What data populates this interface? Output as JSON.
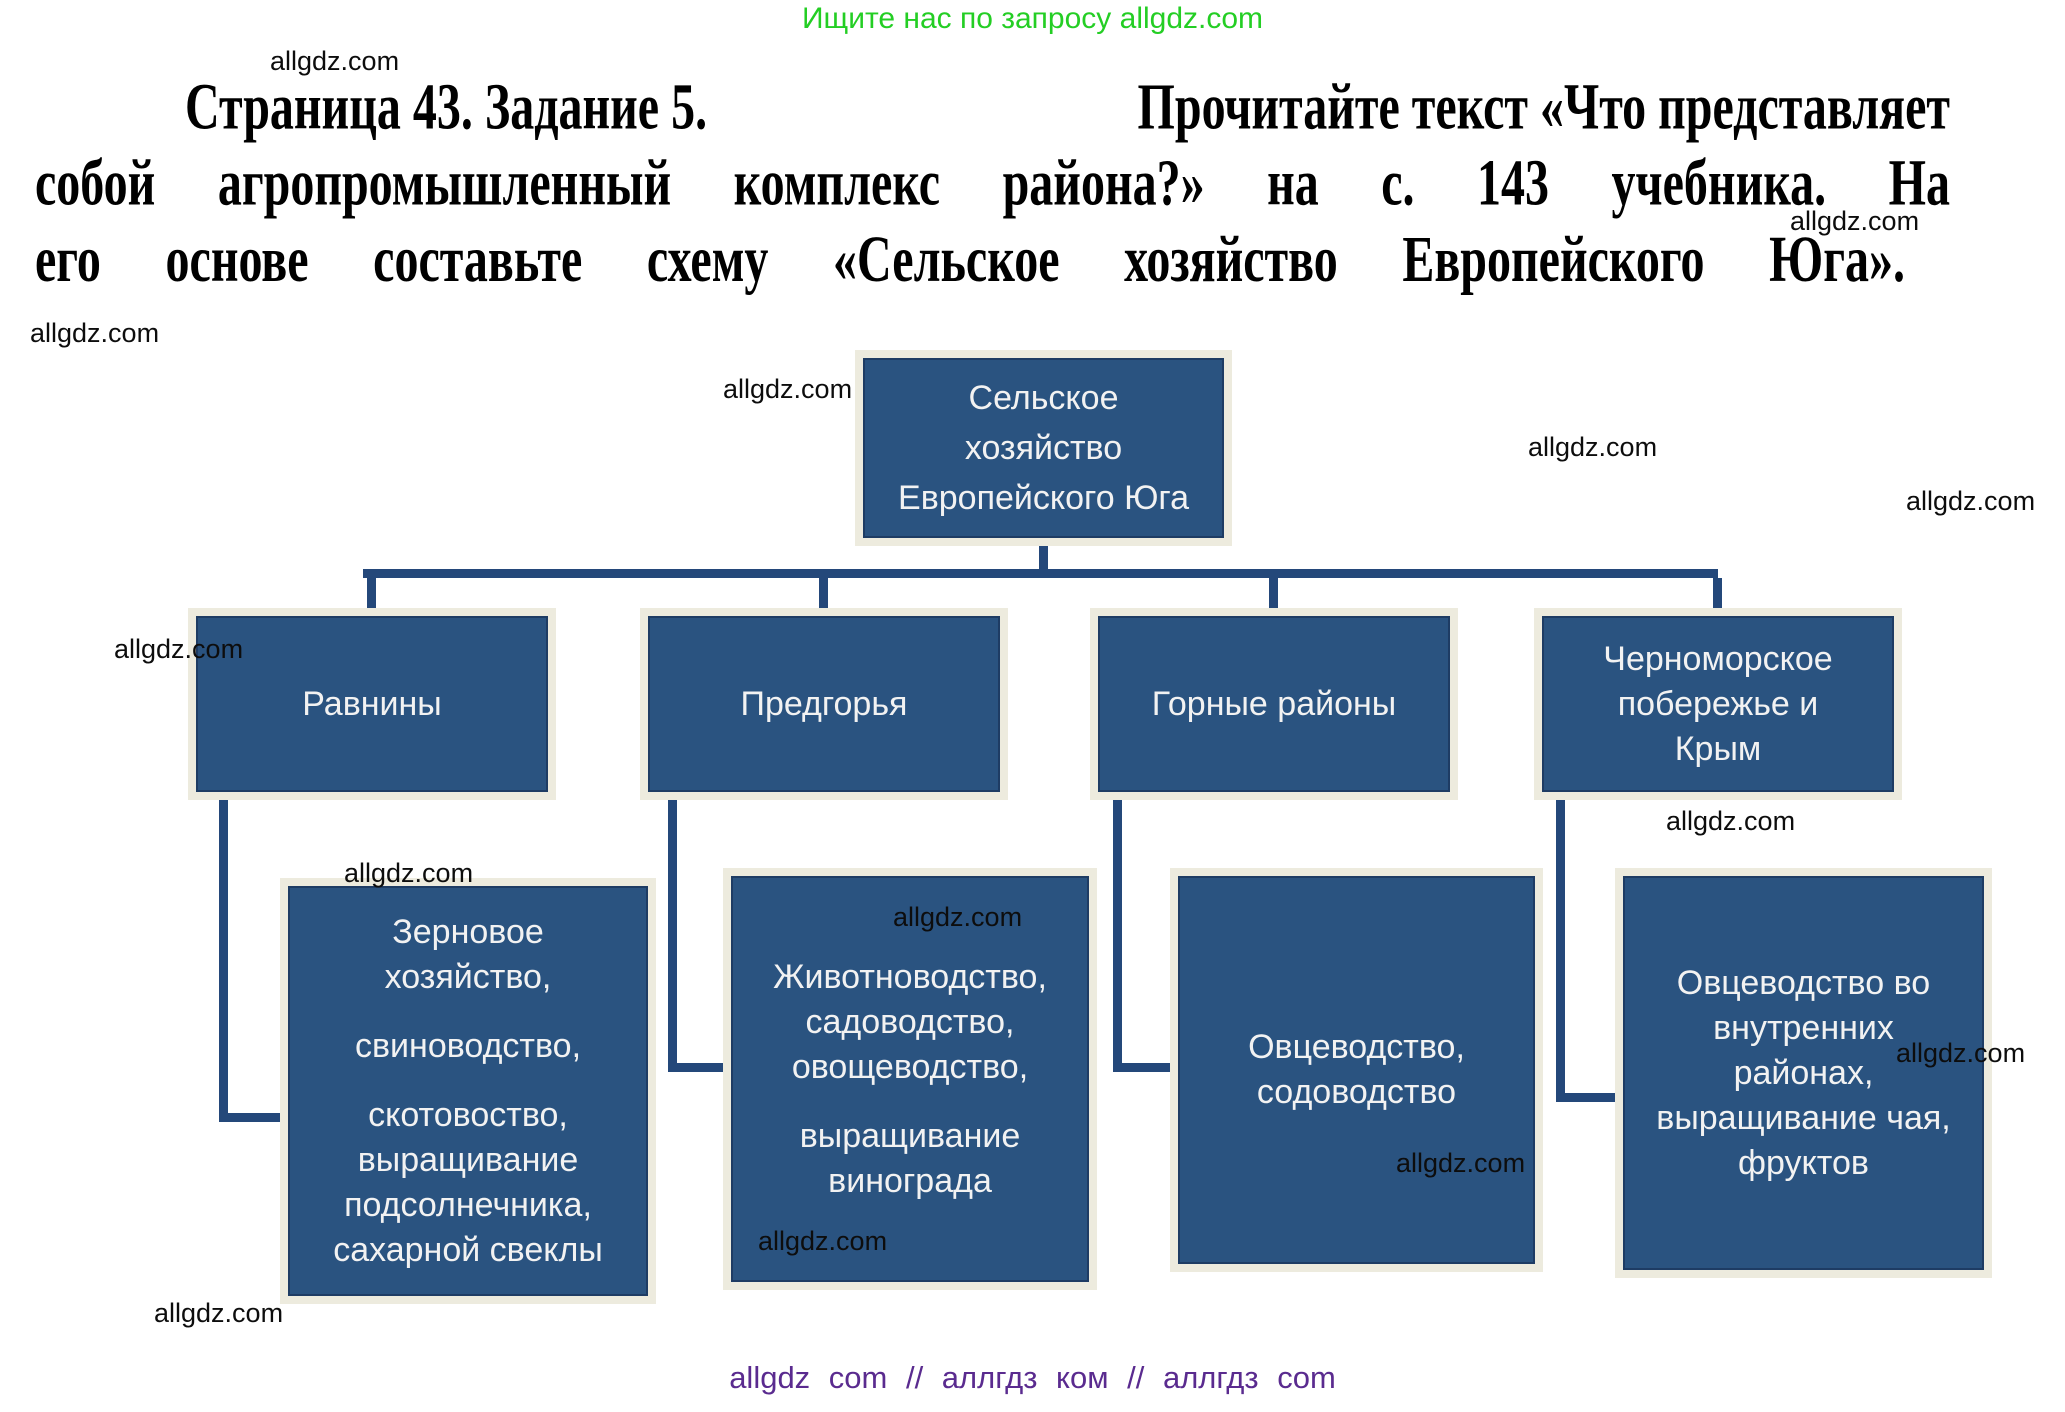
{
  "page": {
    "promo": "Ищите нас по запросу allgdz.com",
    "watermark": "allgdz.com",
    "footer": "allgdz com // аллгдз ком // аллгдз com",
    "title": {
      "line1_left": "Страница 43. Задание 5.",
      "line1_right": "Прочитайте текст «Что представляет",
      "line2": "собой агропромышленный комплекс района?» на с. 143 учебника. На",
      "line3": "его основе составьте схему «Сельское хозяйство Европейского Юга»."
    }
  },
  "diagram": {
    "title": "Сельское хозяйство Европейского Юга",
    "colors": {
      "box_fill": "#2A5380",
      "box_inner_border": "#1E3C64",
      "box_frame": "#EDEBDE",
      "connector": "#24487A",
      "promo_green": "#24CE24",
      "footer_purple": "#5A2B8F"
    },
    "root": {
      "lines": [
        "Сельское",
        "хозяйство",
        "Европейского Юга"
      ]
    },
    "level2": [
      {
        "label": "Равнины"
      },
      {
        "label": "Предгорья"
      },
      {
        "label": "Горные районы"
      },
      {
        "label": "Черноморское побережье и Крым",
        "lines": [
          "Черноморское",
          "побережье и",
          "Крым"
        ]
      }
    ],
    "level3": [
      {
        "label": "Зерновое хозяйство, свиноводство, скотовоство, выращивание подсолнечника, сахарной свеклы",
        "lines": [
          "Зерновое",
          "хозяйство,",
          "свиноводство,",
          "скотовоство,",
          "выращивание",
          "подсолнечника,",
          "сахарной свеклы"
        ]
      },
      {
        "label": "Животноводство, садоводство, овощеводство, выращивание винограда",
        "lines": [
          "Животноводство,",
          "садоводство,",
          "овощеводство,",
          "выращивание",
          "винограда"
        ]
      },
      {
        "label": "Овцеводство, содоводство",
        "lines": [
          "Овцеводство,",
          "содоводство"
        ]
      },
      {
        "label": "Овцеводство во внутренних районах, выращивание чая, фруктов",
        "lines": [
          "Овцеводство во",
          "внутренних",
          "районах,",
          "выращивание чая,",
          "фруктов"
        ]
      }
    ]
  }
}
